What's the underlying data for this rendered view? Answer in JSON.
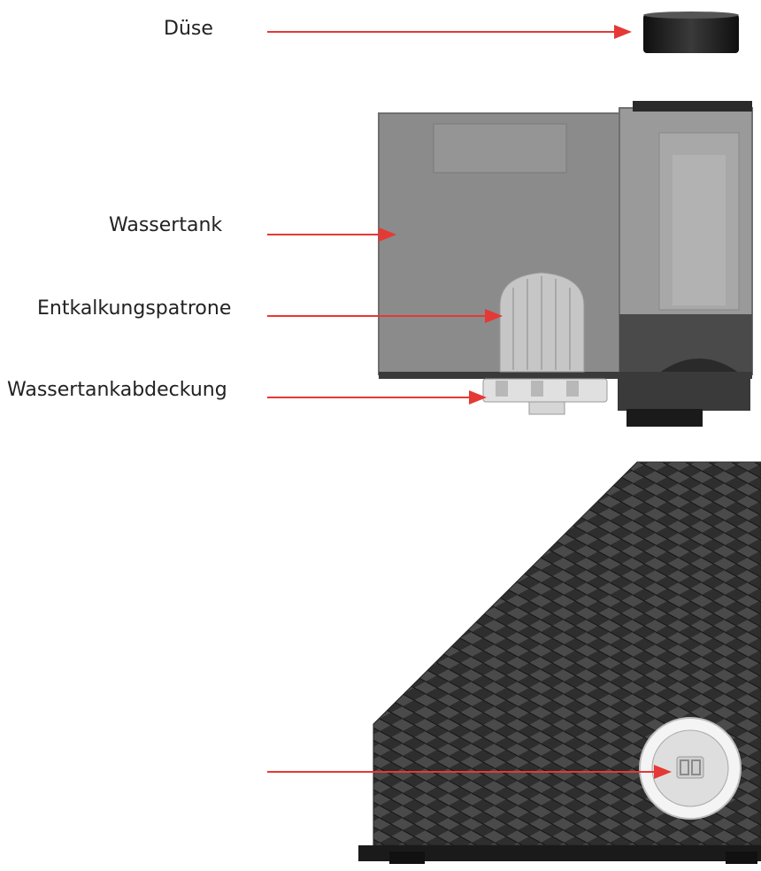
{
  "labels": {
    "nozzle": "Düse",
    "water_tank": "Wassertank",
    "decalcification_cartridge": "Entkalkungspatrone",
    "water_tank_cover": "Wassertankabdeckung",
    "control_panel": ""
  },
  "colors": {
    "arrow": "#e53935",
    "tank": "#8a8a8a",
    "base": "#3a3a3a",
    "nozzle": "#1e1e1e"
  }
}
